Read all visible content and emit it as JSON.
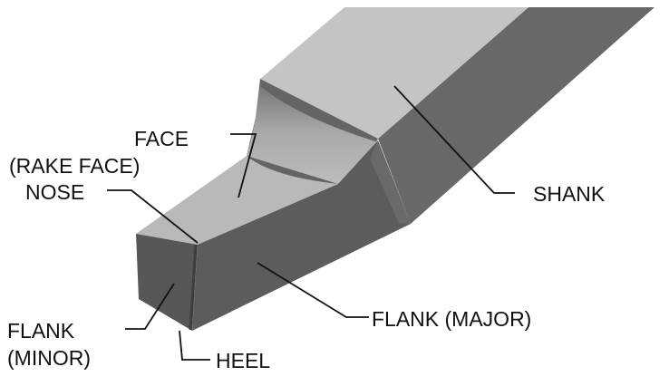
{
  "labels": {
    "face": "FACE",
    "rake_face": "(RAKE FACE)",
    "nose": "NOSE",
    "shank": "SHANK",
    "flank_major": "FLANK (MAJOR)",
    "flank_minor_1": "FLANK",
    "flank_minor_2": "(MINOR)",
    "heel": "HEEL"
  },
  "colors": {
    "top_face": "#c4c4c4",
    "rake_face": "#b9b9b9",
    "side_dark": "#5e5e5e",
    "shank_side": "#686868",
    "leader": "#111111"
  }
}
